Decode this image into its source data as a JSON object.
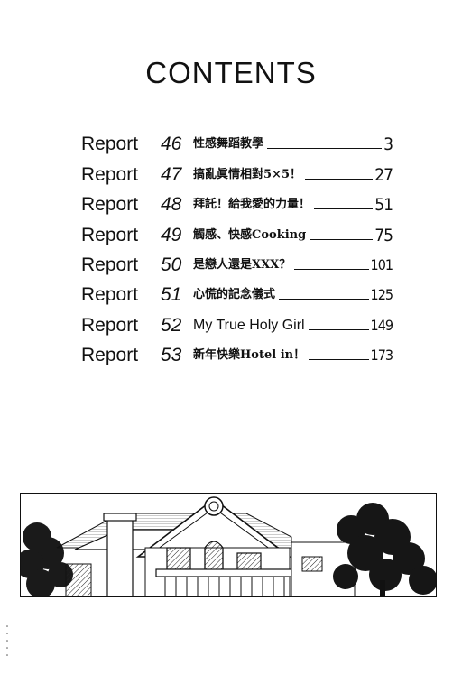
{
  "title": "CONTENTS",
  "entries": [
    {
      "report": "Report",
      "number": "46",
      "chapter": "性感舞蹈教學",
      "page": "3"
    },
    {
      "report": "Report",
      "number": "47",
      "chapter": "搞亂眞情相對5×5！",
      "page": "27"
    },
    {
      "report": "Report",
      "number": "48",
      "chapter": "拜託！給我愛的力量！",
      "page": "51"
    },
    {
      "report": "Report",
      "number": "49",
      "chapter": "觸感、快感Cooking",
      "page": "75"
    },
    {
      "report": "Report",
      "number": "50",
      "chapter": "是戀人還是XXX？",
      "page": "101"
    },
    {
      "report": "Report",
      "number": "51",
      "chapter": "心慌的記念儀式",
      "page": "125"
    },
    {
      "report": "Report",
      "number": "52",
      "chapter": "My True Holy Girl",
      "page": "149"
    },
    {
      "report": "Report",
      "number": "53",
      "chapter": "新年快樂Hotel in！",
      "page": "173"
    }
  ],
  "illustration": {
    "subject": "building-with-trees"
  },
  "colors": {
    "ink": "#111111",
    "paper": "#ffffff"
  }
}
